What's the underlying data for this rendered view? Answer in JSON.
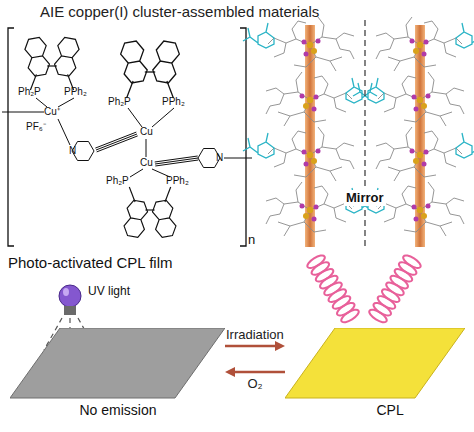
{
  "diagram": {
    "title": "AIE copper(I) cluster-assembled materials",
    "nodes": [
      {
        "text": [
          "No emission"
        ]
      },
      {
        "text": [
          "CPL"
        ]
      }
    ],
    "edges": [
      {
        "from": 0,
        "to": 1,
        "label": "Irradiation",
        "arrow": "to"
      },
      {
        "from": 1,
        "to": 0,
        "label": "O₂",
        "arrow": "to"
      }
    ],
    "labels": [
      "Ph₂P",
      "PPh₂",
      "Cu⁺",
      "PF₆⁻",
      "N",
      "Ph₂P",
      "PPh₂",
      "Cu",
      "Cu",
      "N",
      "Ph₂P",
      "PPh₂",
      "n",
      "Mirror",
      "Photo-activated CPL film",
      "UV light"
    ]
  }
}
